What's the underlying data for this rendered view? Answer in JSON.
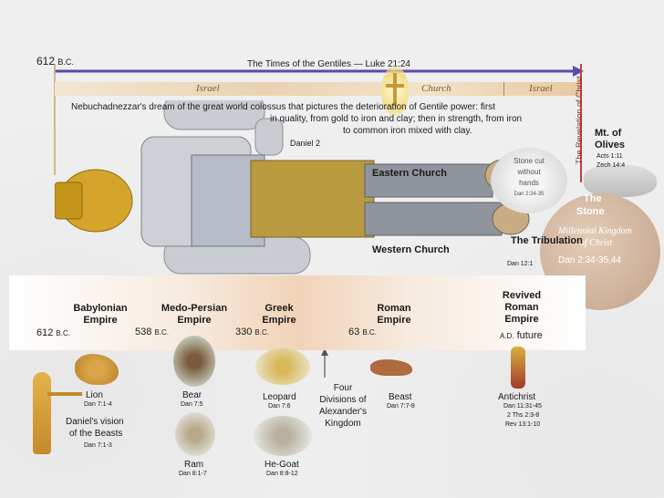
{
  "timeline": {
    "start_year": "612",
    "start_suffix": "B.C.",
    "title": "The Times of the Gentiles — Luke 21:24",
    "band": {
      "left": "Israel",
      "middle": "Church",
      "right": "Israel"
    },
    "revelation": "The Revelation of Christ"
  },
  "dream": {
    "line1": "Nebuchadnezzar's dream of the great world colossus that pictures the deterioration of Gentile power: first",
    "line2": "in quality, from gold to iron and clay; then in strength, from iron",
    "line3": "to common iron mixed with clay.",
    "ref": "Daniel 2"
  },
  "statue": {
    "eastern": "Eastern Church",
    "western": "Western Church",
    "tribulation": "The Tribulation",
    "tribulation_ref": "Dan 12:1",
    "stone_cut_l1": "Stone cut",
    "stone_cut_l2": "without",
    "stone_cut_l3": "hands",
    "stone_cut_ref": "Dan 2:34-35",
    "the_stone_l1": "The",
    "the_stone_l2": "Stone",
    "millennial_l1": "Millennial Kingdom",
    "millennial_l2": "of Christ",
    "millennial_ref": "Dan 2:34-35,44",
    "mount": "Mt. of",
    "olives": "Olives",
    "mount_ref1": "Acts 1:11",
    "mount_ref2": "Zech 14:4"
  },
  "empires": {
    "babylon_l1": "Babylonian",
    "babylon_l2": "Empire",
    "medo_l1": "Medo-Persian",
    "medo_l2": "Empire",
    "greek_l1": "Greek",
    "greek_l2": "Empire",
    "roman_l1": "Roman",
    "roman_l2": "Empire",
    "revived_l1": "Revived",
    "revived_l2": "Roman",
    "revived_l3": "Empire",
    "y612": "612",
    "y538": "538",
    "y330": "330",
    "y63": "63",
    "bc": "B.C.",
    "ad": "A.D.",
    "future": "future"
  },
  "beasts": {
    "lion": "Lion",
    "lion_ref": "Dan 7:1-4",
    "vision_l1": "Daniel's vision",
    "vision_l2": "of the Beasts",
    "vision_ref": "Dan 7:1-3",
    "bear": "Bear",
    "bear_ref": "Dan 7:5",
    "ram": "Ram",
    "ram_ref": "Dan 8:1-7",
    "leopard": "Leopard",
    "leopard_ref": "Dan 7:6",
    "goat": "He-Goat",
    "goat_ref": "Dan 8:8-12",
    "four_l1": "Four",
    "four_l2": "Divisions of",
    "four_l3": "Alexander's",
    "four_l4": "Kingdom",
    "beast": "Beast",
    "beast_ref": "Dan 7:7-8",
    "antichrist": "Antichrist",
    "anti_ref1": "Dan 11:31-45",
    "anti_ref2": "2 Ths 2:3-8",
    "anti_ref3": "Rev 13:1-10"
  }
}
